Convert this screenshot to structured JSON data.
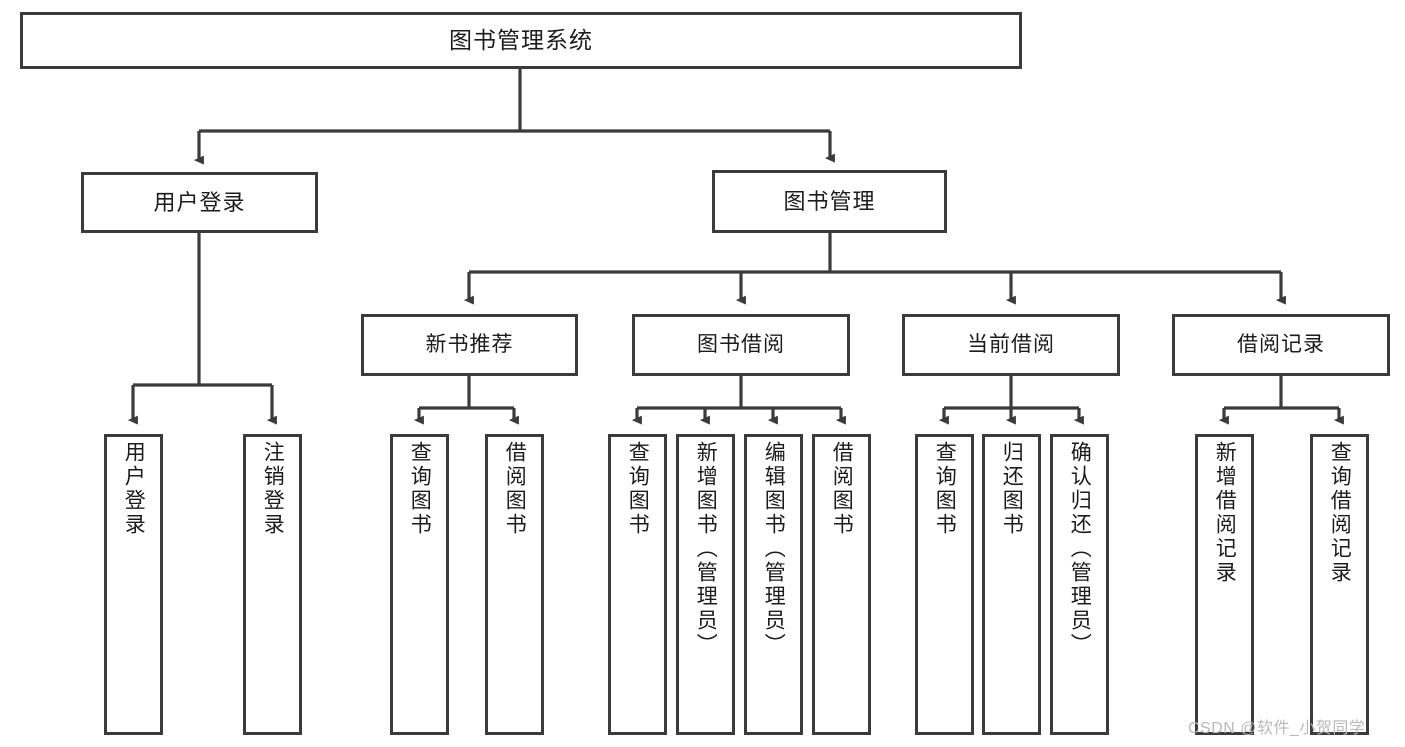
{
  "diagram": {
    "type": "tree-hierarchy",
    "title": "图书管理系统",
    "root": {
      "id": "root",
      "label": "图书管理系统"
    },
    "level1": [
      {
        "id": "user-login",
        "label": "用户登录"
      },
      {
        "id": "book-management",
        "label": "图书管理"
      }
    ],
    "level2": [
      {
        "id": "new-book-recommend",
        "label": "新书推荐",
        "parent": "book-management"
      },
      {
        "id": "book-borrow",
        "label": "图书借阅",
        "parent": "book-management"
      },
      {
        "id": "current-borrow",
        "label": "当前借阅",
        "parent": "book-management"
      },
      {
        "id": "borrow-record",
        "label": "借阅记录",
        "parent": "book-management"
      }
    ],
    "leaves": {
      "user_login": [
        {
          "id": "leaf-user-login",
          "label": "用户登录"
        },
        {
          "id": "leaf-user-logout",
          "label": "注销登录"
        }
      ],
      "new_book_recommend": [
        {
          "id": "leaf-query-book-1",
          "label": "查询图书"
        },
        {
          "id": "leaf-borrow-book-1",
          "label": "借阅图书"
        }
      ],
      "book_borrow": [
        {
          "id": "leaf-query-book-2",
          "label": "查询图书"
        },
        {
          "id": "leaf-add-book",
          "label": "新增图书（管理员）"
        },
        {
          "id": "leaf-edit-book",
          "label": "编辑图书（管理员）"
        },
        {
          "id": "leaf-borrow-book-2",
          "label": "借阅图书"
        }
      ],
      "current_borrow": [
        {
          "id": "leaf-query-book-3",
          "label": "查询图书"
        },
        {
          "id": "leaf-return-book",
          "label": "归还图书"
        },
        {
          "id": "leaf-confirm-return",
          "label": "确认归还（管理员）"
        }
      ],
      "borrow_record": [
        {
          "id": "leaf-add-borrow-record",
          "label": "新增借阅记录"
        },
        {
          "id": "leaf-query-borrow-record",
          "label": "查询借阅记录"
        }
      ]
    }
  },
  "watermark": {
    "text": "CSDN @软件_小贺同学"
  },
  "colors": {
    "border": "#3b3b3b",
    "text": "#1c1c1c",
    "background": "#ffffff",
    "watermark": "#b9b9b9"
  }
}
